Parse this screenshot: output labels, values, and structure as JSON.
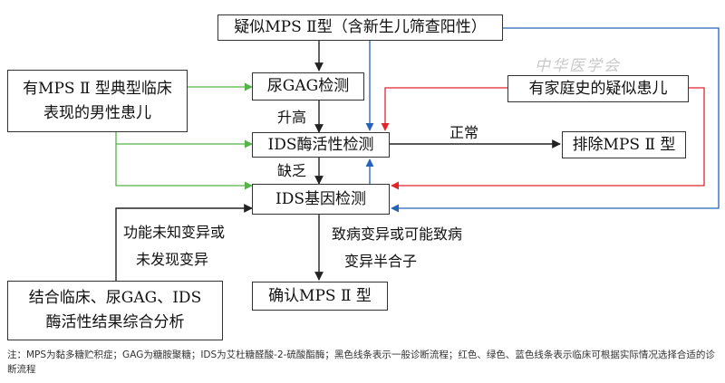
{
  "nodes": {
    "suspected": "疑似MPS Ⅱ型（含新生儿筛查阳性）",
    "typical_line1": "有MPS Ⅱ 型典型临床",
    "typical_line2": "表现的男性患儿",
    "gag_test": "尿GAG检测",
    "family_history": "有家庭史的疑似患儿",
    "ids_enzyme": "IDS酶活性检测",
    "exclude": "排除MPS Ⅱ 型",
    "ids_gene": "IDS基因检测",
    "confirm": "确认MPS Ⅱ 型",
    "combined_line1": "结合临床、尿GAG、IDS",
    "combined_line2": "酶活性结果综合分析"
  },
  "edge_labels": {
    "elevated": "升高",
    "normal": "正常",
    "deficient": "缺乏",
    "unknown_line1": "功能未知变异或",
    "unknown_line2": "未发现变异",
    "pathogenic_line1": "致病变异或可能致病",
    "pathogenic_line2": "变异半合子"
  },
  "watermark": "中华医学会",
  "note": "注：MPS为黏多糖贮积症；GAG为糖胺聚糖；IDS为艾杜糖醛酸-2-硫酸酯酶；黑色线条表示一般诊断流程；红色、绿色、蓝色线条表示临床可根据实际情况选择合适的诊断流程",
  "colors": {
    "general": "#222222",
    "red": "#e0262c",
    "green": "#55b548",
    "blue": "#2563b8"
  }
}
